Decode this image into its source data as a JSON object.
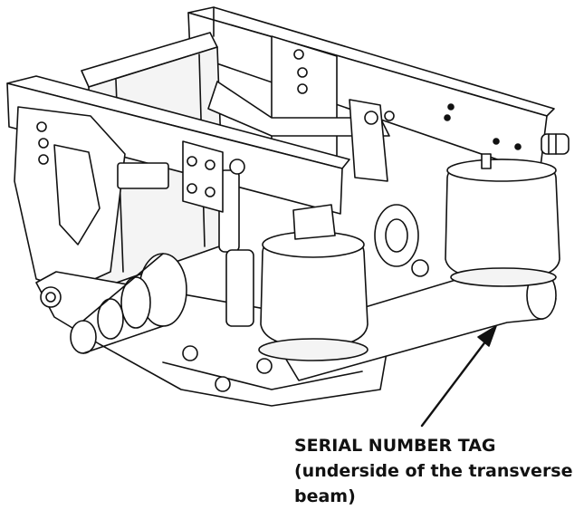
{
  "callout": {
    "line1": "SERIAL NUMBER TAG",
    "line2": "(underside of the transverse",
    "line3": "beam)"
  },
  "colors": {
    "ink": "#111111",
    "fill": "#ffffff",
    "shade": "#e9e9e9"
  }
}
